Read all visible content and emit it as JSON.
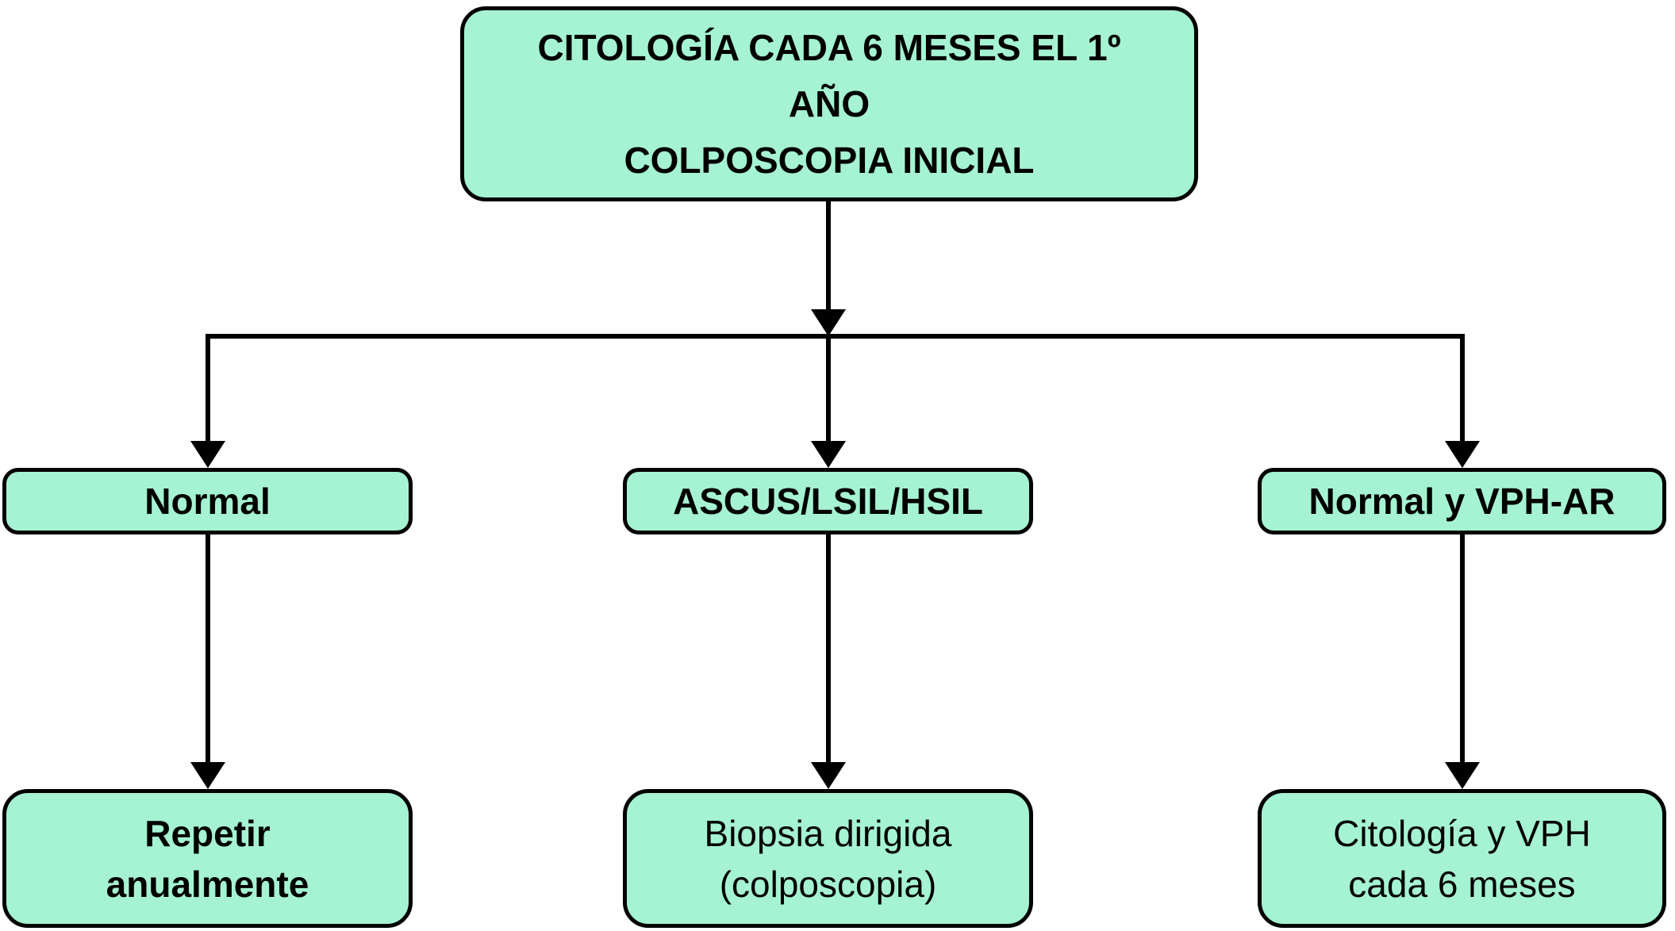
{
  "diagram": {
    "type": "flowchart",
    "colors": {
      "background": "#ffffff",
      "node_fill": "#a5f3d2",
      "node_border": "#000000",
      "connector": "#000000",
      "text": "#000000"
    },
    "nodes": {
      "root": {
        "lines": [
          "CITOLOGÍA CADA 6 MESES EL 1º",
          "AÑO",
          "COLPOSCOPIA INICIAL"
        ],
        "emphasis": "bold"
      },
      "normal": {
        "label": "Normal",
        "emphasis": "bold"
      },
      "ascus": {
        "label": "ASCUS/LSIL/HSIL",
        "emphasis": "bold"
      },
      "normal_vph": {
        "label": "Normal y VPH-AR",
        "emphasis": "bold"
      },
      "repetir": {
        "lines": [
          "Repetir",
          "anualmente"
        ],
        "emphasis": "bold"
      },
      "biopsia": {
        "lines": [
          "Biopsia dirigida",
          "(colposcopia)"
        ],
        "emphasis": "regular"
      },
      "citologia": {
        "lines": [
          "Citología y VPH",
          "cada 6 meses"
        ],
        "emphasis": "regular"
      }
    },
    "edges": [
      {
        "from": "root",
        "to": "normal"
      },
      {
        "from": "root",
        "to": "ascus"
      },
      {
        "from": "root",
        "to": "normal_vph"
      },
      {
        "from": "normal",
        "to": "repetir"
      },
      {
        "from": "ascus",
        "to": "biopsia"
      },
      {
        "from": "normal_vph",
        "to": "citologia"
      }
    ]
  }
}
